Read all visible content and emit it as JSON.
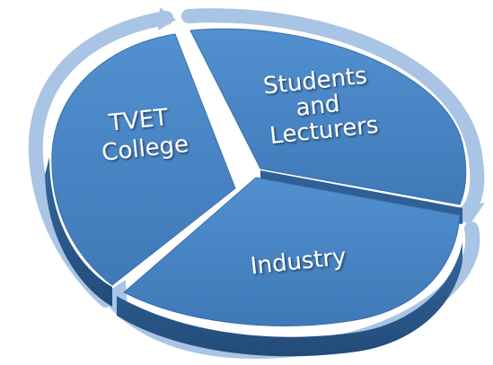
{
  "diagram": {
    "type": "cycle-pie",
    "segments": [
      {
        "id": "college",
        "lines": [
          "TVET",
          "College"
        ]
      },
      {
        "id": "students",
        "lines": [
          "Students",
          "and",
          "Lecturers"
        ]
      },
      {
        "id": "industry",
        "lines": [
          "Industry"
        ]
      }
    ],
    "colors": {
      "segment_top": "#4a86c4",
      "segment_side": "#2e5f94",
      "ring": "#a9c4e4",
      "ring_edge": "#8fb1da",
      "label": "#ffffff"
    }
  }
}
